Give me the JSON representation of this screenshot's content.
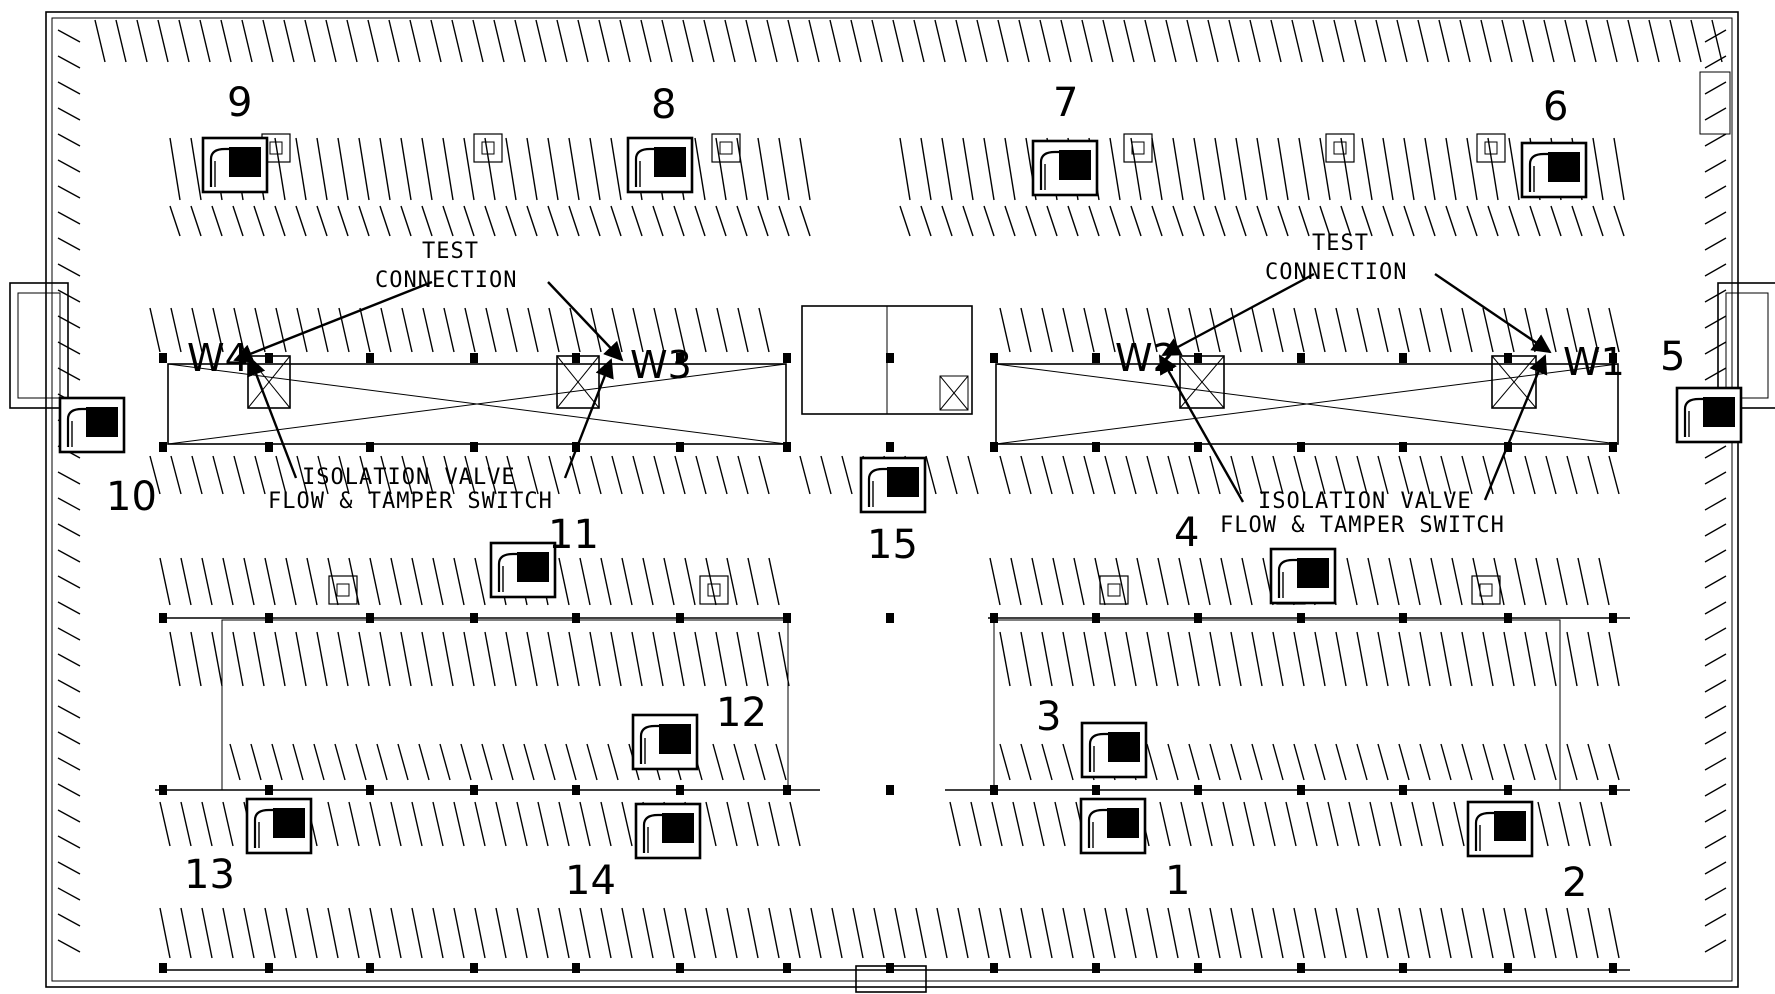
{
  "drawing": {
    "zone_labels": [
      "1",
      "2",
      "3",
      "4",
      "5",
      "6",
      "7",
      "8",
      "9",
      "10",
      "11",
      "12",
      "13",
      "14",
      "15"
    ],
    "valve_tags": [
      "W1",
      "W2",
      "W3",
      "W4"
    ],
    "notes": {
      "test_connection_line1": "TEST",
      "test_connection_line2": "CONNECTION",
      "isolation_valve": "ISOLATION VALVE",
      "flow_tamper": "FLOW & TAMPER SWITCH"
    }
  }
}
